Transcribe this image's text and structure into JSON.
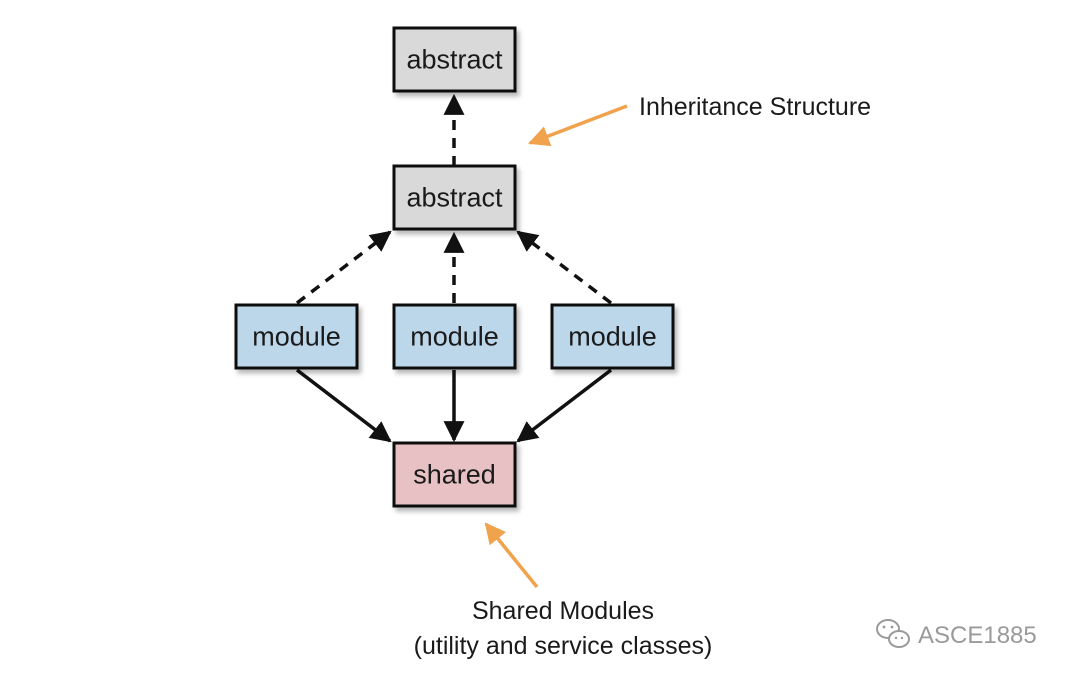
{
  "nodes": {
    "abstract_top": "abstract",
    "abstract_mid": "abstract",
    "module_left": "module",
    "module_center": "module",
    "module_right": "module",
    "shared": "shared"
  },
  "callouts": {
    "inheritance": "Inheritance Structure",
    "shared_line1": "Shared Modules",
    "shared_line2": "(utility and service classes)"
  },
  "watermark": {
    "text": "ASCE1885",
    "icon": "wechat-icon"
  },
  "colors": {
    "abstract_fill": "#d9d9d9",
    "module_fill": "#bcd6ea",
    "shared_fill": "#e7c1c3",
    "callout_arrow": "#f0a24d"
  }
}
